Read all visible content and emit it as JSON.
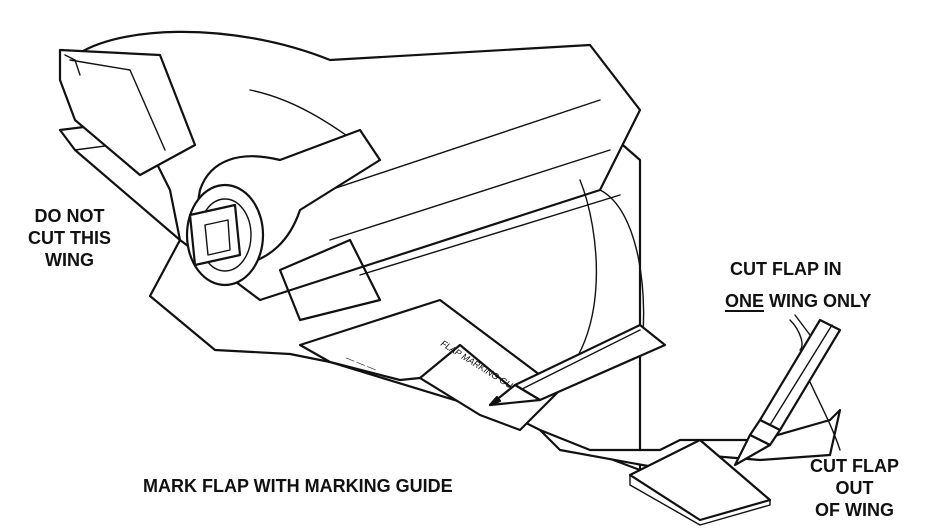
{
  "labels": {
    "do_not_cut": [
      "DO NOT",
      "CUT THIS",
      "WING"
    ],
    "cut_flap_in": "CUT FLAP IN",
    "one_wing_underlined": "ONE",
    "one_wing_rest": " WING ONLY",
    "mark_flap": "MARK FLAP WITH MARKING GUIDE",
    "cut_flap_out": [
      "CUT FLAP",
      "OUT",
      "OF WING"
    ],
    "guide_header": "FLAP MARKING GUIDE"
  },
  "colors": {
    "ink": "#111111",
    "paper": "#ffffff"
  },
  "icons": {
    "pencil": "pencil-icon",
    "knife": "hobby-knife-icon"
  }
}
